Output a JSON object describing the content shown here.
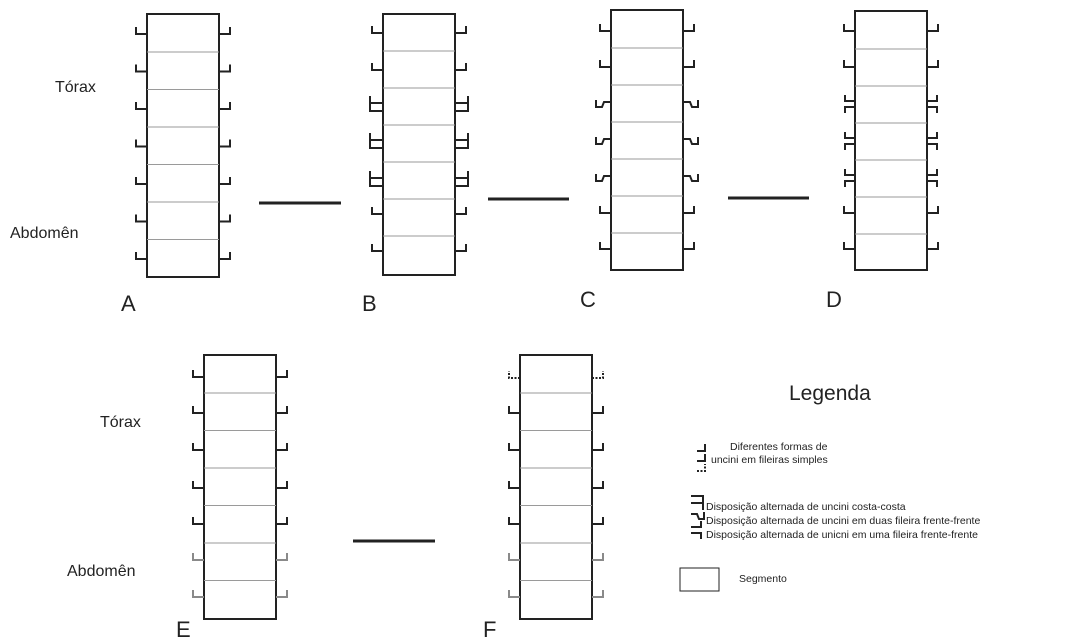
{
  "labels": {
    "torax": "Tórax",
    "abdomen": "Abdomên"
  },
  "panels": [
    "A",
    "B",
    "C",
    "D",
    "E",
    "F"
  ],
  "legend": {
    "title": "Legenda",
    "forms_line1": "Diferentes formas de",
    "forms_line2": "uncini em fileiras simples",
    "alt_back_to_back": "Disposição alternada de uncini costa-costa",
    "alt_two_rows": "Disposição alternada de uncini em duas fileira frente-frente",
    "alt_one_row": "Disposição alternada de unicni em uma fileira frente-frente",
    "segment": "Segmento"
  },
  "colors": {
    "line": "#222222",
    "segment_divider": "#9a9a9a",
    "abdominal_uncini": "#8a8a8a"
  }
}
